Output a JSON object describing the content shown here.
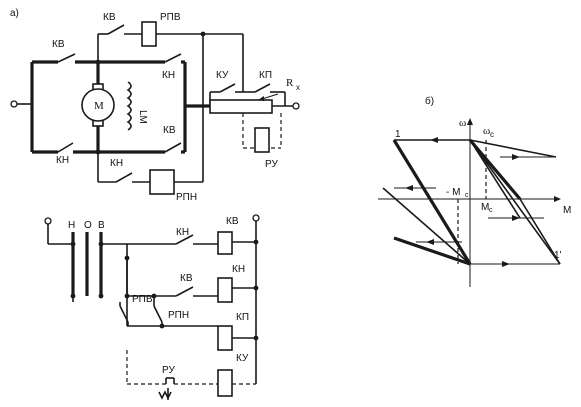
{
  "panel_a": {
    "panel_label": "а)",
    "power": {
      "contact_kv": "КВ",
      "contact_kn": "КН",
      "relay_rpv": "РПВ",
      "relay_rpn": "РПН",
      "motor": "М",
      "field_winding": "LM",
      "contact_ku": "КУ",
      "contact_kp": "КП",
      "resistor": "R",
      "resistor_sub": "x",
      "relay_ru": "РУ"
    },
    "control": {
      "switch_n": "Н",
      "switch_o": "О",
      "switch_v": "В",
      "coil_kv": "КВ",
      "coil_kn": "КН",
      "coil_kp": "КП",
      "coil_ku": "КУ",
      "contact_kn": "КН",
      "contact_kv": "КВ",
      "contact_rpv": "РПВ",
      "contact_rpn": "РПН",
      "contact_ru": "РУ"
    }
  },
  "panel_b": {
    "panel_label": "б)",
    "axis_omega": "ω",
    "axis_m": "М",
    "omega_c": "ω",
    "omega_c_sub": "c",
    "m_c": "М",
    "m_c_sub": "c",
    "neg_m_c": "- М",
    "neg_m_c_sub": "c",
    "point_1": "1",
    "point_1_prime": "1'"
  }
}
